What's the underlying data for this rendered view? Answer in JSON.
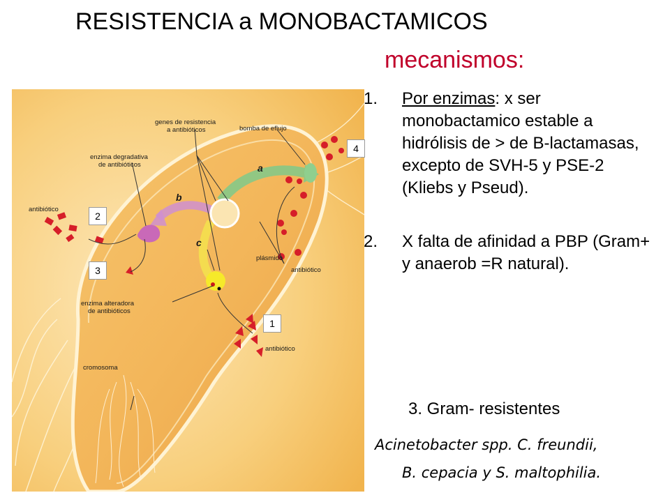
{
  "title": "RESISTENCIA a MONOBACTAMICOS",
  "subtitle": "mecanismos:",
  "subtitle_color": "#c0002a",
  "figure": {
    "labels": {
      "genes": [
        "genes de resistencia",
        "a antibióticos"
      ],
      "bomba": "bomba de eflujo",
      "enzima_degradativa": [
        "enzima degradativa",
        "de antibióticos"
      ],
      "antibiotico_left": "antibiótico",
      "antibiotico_right": "antibiótico",
      "antibiotico_bottom": "antibiótico",
      "plasmido": "plásmido",
      "enzima_alteradora": [
        "enzima alteradora",
        "de antibióticos"
      ],
      "cromosoma": "cromosoma",
      "path_a": "a",
      "path_b": "b",
      "path_c": "c"
    },
    "markers": [
      "4",
      "2",
      "3",
      "1"
    ]
  },
  "list": {
    "item1": {
      "number": "1.",
      "underlined": "Por enzimas",
      "text": ": x ser monobactamico estable a hidrólisis de > de B-lactamasas, excepto de SVH-5 y PSE-2 (Kliebs y Pseud)."
    },
    "item2": {
      "number": "2.",
      "text": "X falta de afinidad a PBP (Gram+ y anaerob =R natural)."
    },
    "item3": "3. Gram- resistentes",
    "species_line1": "Acinetobacter spp. C. freundii,",
    "species_line2": "B. cepacia y S. maltophilia."
  }
}
